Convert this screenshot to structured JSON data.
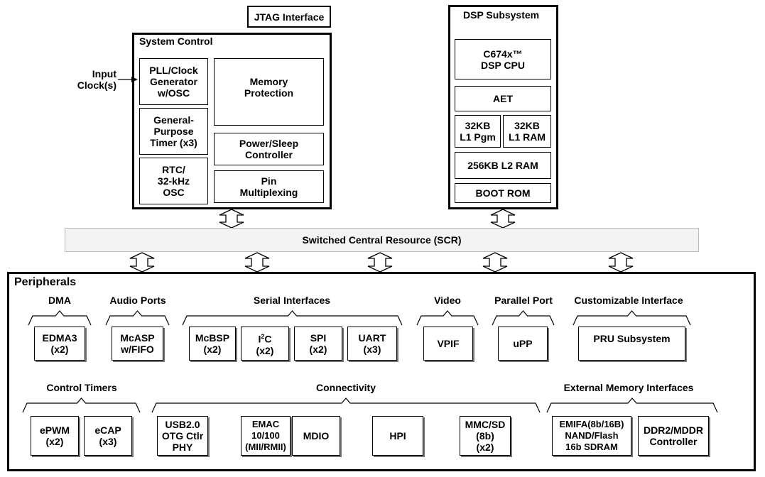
{
  "jtag": "JTAG Interface",
  "system_control": {
    "title": "System Control",
    "input_clock": "Input\nClock(s)",
    "pll": "PLL/Clock\nGenerator\nw/OSC",
    "timer": "General-\nPurpose\nTimer (x3)",
    "rtc": "RTC/\n32-kHz\nOSC",
    "mem_prot": "Memory\nProtection",
    "power": "Power/Sleep\nController",
    "pinmux": "Pin\nMultiplexing"
  },
  "dsp": {
    "title": "DSP Subsystem",
    "cpu_a": "C674x™",
    "cpu_b": "DSP CPU",
    "aet": "AET",
    "l1pgm": "32KB\nL1 Pgm",
    "l1ram": "32KB\nL1 RAM",
    "l2": "256KB L2 RAM",
    "boot": "BOOT ROM"
  },
  "scr": "Switched Central Resource (SCR)",
  "peripherals": {
    "title": "Peripherals",
    "groups": {
      "dma": "DMA",
      "audio": "Audio Ports",
      "serial": "Serial Interfaces",
      "video": "Video",
      "parallel": "Parallel Port",
      "custom": "Customizable Interface",
      "timers": "Control Timers",
      "conn": "Connectivity",
      "extmem": "External Memory Interfaces"
    },
    "blocks": {
      "edma": "EDMA3\n(x2)",
      "mcasp": "McASP\nw/FIFO",
      "mcbsp": "McBSP\n(x2)",
      "i2c_a": "I",
      "i2c_sup": "2",
      "i2c_b": "C",
      "i2c_count": "(x2)",
      "spi": "SPI\n(x2)",
      "uart": "UART\n(x3)",
      "vpif": "VPIF",
      "upp": "uPP",
      "pru": "PRU Subsystem",
      "epwm": "ePWM\n(x2)",
      "ecap": "eCAP\n(x3)",
      "usb": "USB2.0\nOTG Ctlr\nPHY",
      "emac": "EMAC\n10/100\n(MII/RMII)",
      "mdio": "MDIO",
      "hpi": "HPI",
      "mmc": "MMC/SD\n(8b)\n(x2)",
      "emifa": "EMIFA(8b/16B)\nNAND/Flash\n16b SDRAM",
      "ddr": "DDR2/MDDR\nController"
    }
  }
}
